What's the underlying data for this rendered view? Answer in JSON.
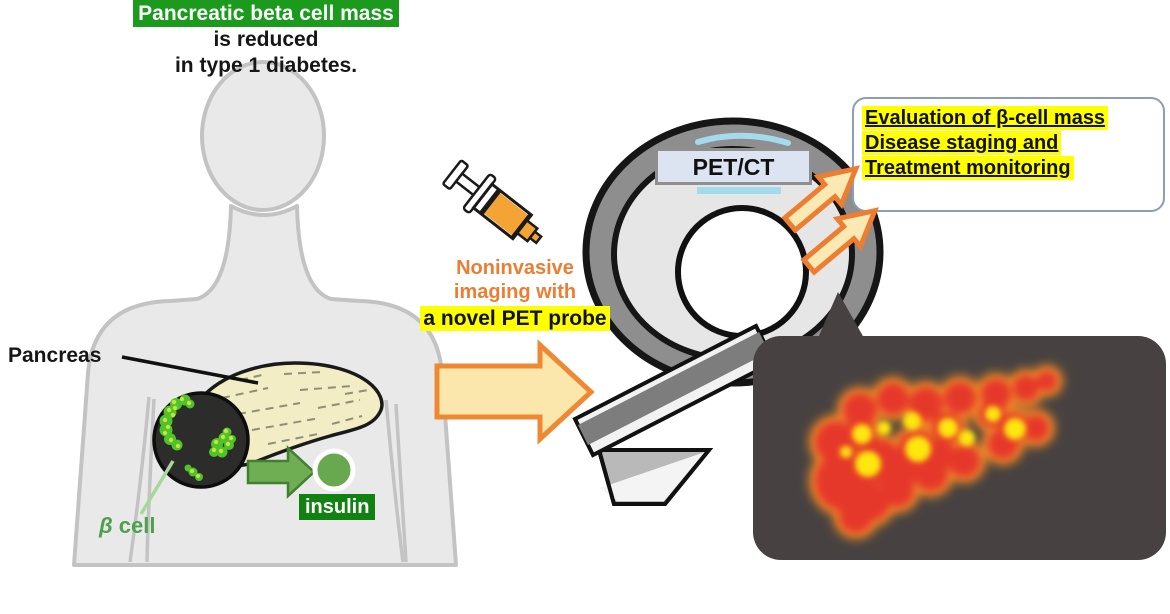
{
  "figure": {
    "patient": {
      "caption_highlight": "Pancreatic beta cell mass",
      "caption_line2": "is reduced",
      "caption_line3": "in type 1 diabetes.",
      "pancreas_label": "Pancreas",
      "beta_cell_symbol": "β",
      "beta_cell_word": " cell",
      "insulin_label": "insulin"
    },
    "probe": {
      "line1": "Noninvasive",
      "line2": "imaging with",
      "line3": "a novel PET probe"
    },
    "scanner": {
      "label": "PET/CT"
    },
    "outcomes": {
      "line1": "Evaluation of β-cell mass",
      "line2": "Disease staging and",
      "line3": "Treatment monitoring"
    },
    "icons": {
      "body": "body-silhouette",
      "pancreas": "pancreas-illustration",
      "magnifier": "beta-cell-magnifier-circle",
      "insulin": "insulin-molecule",
      "syringe": "syringe-icon",
      "scanner": "pet-ct-scanner",
      "bed": "scanner-bed",
      "bubble": "speech-bubble",
      "heatmap": "pet-pancreas-heatmap",
      "arrow_right": "big-right-arrow",
      "arrows_out": "double-output-arrows",
      "arrow_green": "green-right-arrow"
    },
    "colors": {
      "green_label": "#1b9a1e",
      "insulin_green": "#118211",
      "molecule_green": "#68a94f",
      "beta_text_green": "#4ea04e",
      "accent_orange": "#ed7d31",
      "highlight_yellow": "#ffff00",
      "arrow_cream": "#fbe7ab",
      "arrow_orange_outline": "#ee8833",
      "bubble_dark": "#474241",
      "heat_red": "#e6382b",
      "heat_yellow": "#ffe70e",
      "scanner_label_bg": "#dce4f2",
      "box_border": "#8d9db6",
      "body_gray": "#e9e9e9",
      "pancreas_cream": "#f3edc6"
    }
  }
}
